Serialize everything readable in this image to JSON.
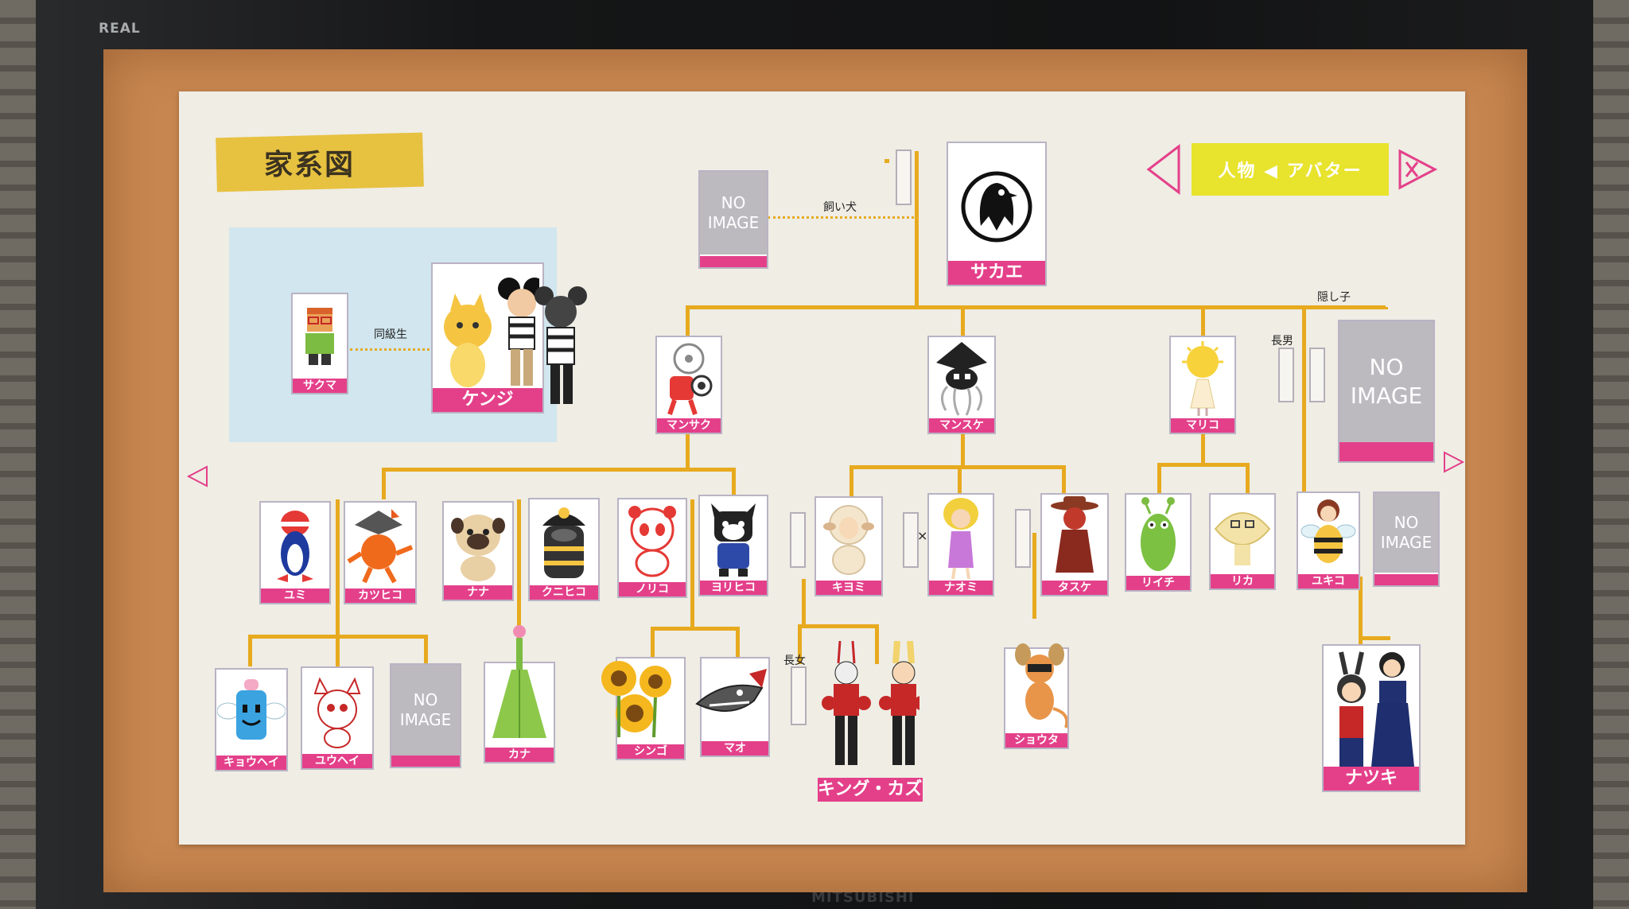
{
  "frame": {
    "label": "REAL",
    "brand": "MITSUBISHI"
  },
  "panel": {
    "title": "家系図"
  },
  "controls": {
    "toggle_label": "人物 ◀ アバター",
    "prev": "◁",
    "close": "✕",
    "page_prev": "◁",
    "page_next": "▷"
  },
  "relations": {
    "pet": "飼い犬",
    "classmate": "同級生",
    "hidden_child": "隠し子",
    "eldest_son": "長男",
    "eldest_daughter": "長女",
    "marriage": "×"
  },
  "no_image_text": "NO\nIMAGE",
  "colors": {
    "label_pink": "#e4408a",
    "line_gold": "#e7aa1f",
    "tape_yellow": "#e7c140",
    "button_yellow": "#e8e32c"
  },
  "members": {
    "sakae": "サカエ",
    "pet": "NO IMAGE",
    "sakuma": "サクマ",
    "kenji": "ケンジ",
    "mansaku": "マンサク",
    "mansuke": "マンスケ",
    "mariko": "マリコ",
    "hidden": "NO IMAGE",
    "yumi": "ユミ",
    "katsuhiko": "カツヒコ",
    "nana": "ナナ",
    "kunihiko": "クニヒコ",
    "noriko": "ノリコ",
    "yorihiko": "ヨリヒコ",
    "kiyomi": "キヨミ",
    "naomi": "ナオミ",
    "tasuke": "タスケ",
    "richi": "リイチ",
    "rika": "リカ",
    "yukiko": "ユキコ",
    "yukiko_partner": "NO IMAGE",
    "kyohei": "キョウヘイ",
    "yuhei": "ユウヘイ",
    "ichi_noimg": "NO IMAGE",
    "kana": "カナ",
    "shingo": "シンゴ",
    "mao": "マオ",
    "king_kazuma": "キング・カズマ",
    "shota": "ショウタ",
    "natsuki": "ナツキ"
  }
}
